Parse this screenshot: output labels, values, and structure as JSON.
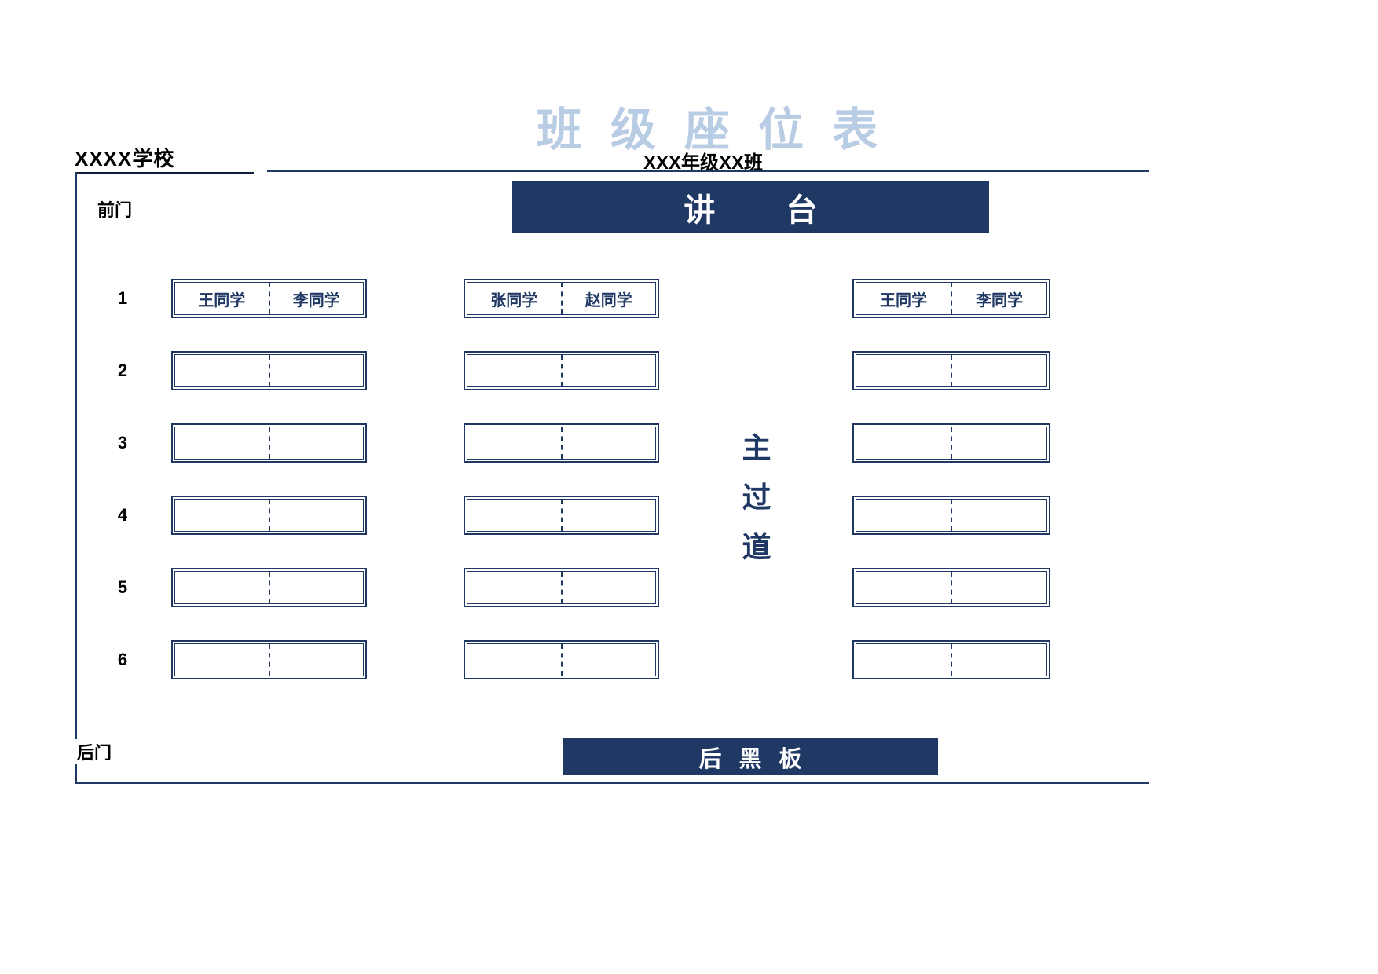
{
  "header": {
    "title": "班 级 座 位 表",
    "school": "XXXX学校",
    "class_name": "XXX年级XX班"
  },
  "classroom": {
    "podium": "讲  台",
    "front_door": "前门",
    "back_door": "后门",
    "aisle": "主过道",
    "back_board": "后 黑 板"
  },
  "seating": {
    "rows": [
      {
        "number": "1",
        "desks": [
          [
            "王同学",
            "李同学"
          ],
          [
            "张同学",
            "赵同学"
          ],
          [
            "王同学",
            "李同学"
          ]
        ]
      },
      {
        "number": "2",
        "desks": [
          [
            "",
            ""
          ],
          [
            "",
            ""
          ],
          [
            "",
            ""
          ]
        ]
      },
      {
        "number": "3",
        "desks": [
          [
            "",
            ""
          ],
          [
            "",
            ""
          ],
          [
            "",
            ""
          ]
        ]
      },
      {
        "number": "4",
        "desks": [
          [
            "",
            ""
          ],
          [
            "",
            ""
          ],
          [
            "",
            ""
          ]
        ]
      },
      {
        "number": "5",
        "desks": [
          [
            "",
            ""
          ],
          [
            "",
            ""
          ],
          [
            "",
            ""
          ]
        ]
      },
      {
        "number": "6",
        "desks": [
          [
            "",
            ""
          ],
          [
            "",
            ""
          ],
          [
            "",
            ""
          ]
        ]
      }
    ]
  },
  "colors": {
    "navy": "#1f3864",
    "title_blue": "#b8cce4"
  }
}
